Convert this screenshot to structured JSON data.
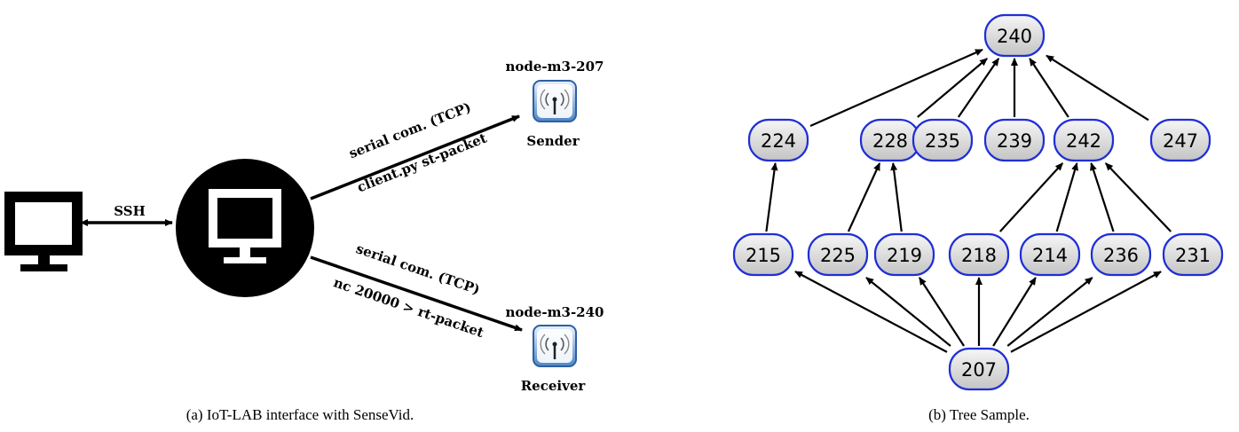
{
  "panel_a": {
    "caption": "(a) IoT-LAB interface with SenseVid.",
    "ssh_label": "SSH",
    "sender": {
      "node_name": "node-m3-207",
      "role": "Sender",
      "link_top": "serial com. (TCP)",
      "link_bottom": "client.py st-packet"
    },
    "receiver": {
      "node_name": "node-m3-240",
      "role": "Receiver",
      "link_top": "serial com. (TCP)",
      "link_bottom": "nc 20000 > rt-packet"
    },
    "icons": [
      "local-computer-icon",
      "server-computer-icon",
      "sensor-node-icon",
      "sensor-node-icon"
    ]
  },
  "panel_b": {
    "caption": "(b) Tree Sample.",
    "root": "240",
    "level1": [
      "224",
      "228",
      "235",
      "239",
      "242",
      "247"
    ],
    "level2": [
      "215",
      "225",
      "219",
      "218",
      "214",
      "236",
      "231"
    ],
    "leaf": "207",
    "edges": [
      [
        "224",
        "240"
      ],
      [
        "228",
        "240"
      ],
      [
        "235",
        "240"
      ],
      [
        "239",
        "240"
      ],
      [
        "242",
        "240"
      ],
      [
        "247",
        "240"
      ],
      [
        "215",
        "224"
      ],
      [
        "225",
        "228"
      ],
      [
        "219",
        "228"
      ],
      [
        "218",
        "242"
      ],
      [
        "214",
        "242"
      ],
      [
        "236",
        "242"
      ],
      [
        "231",
        "242"
      ],
      [
        "207",
        "215"
      ],
      [
        "207",
        "225"
      ],
      [
        "207",
        "219"
      ],
      [
        "207",
        "218"
      ],
      [
        "207",
        "214"
      ],
      [
        "207",
        "236"
      ],
      [
        "207",
        "231"
      ]
    ],
    "colors": {
      "node_stroke": "#1f2fd6",
      "node_fill_top": "#f4f4f4",
      "node_fill_bottom": "#c8c8c8"
    }
  }
}
